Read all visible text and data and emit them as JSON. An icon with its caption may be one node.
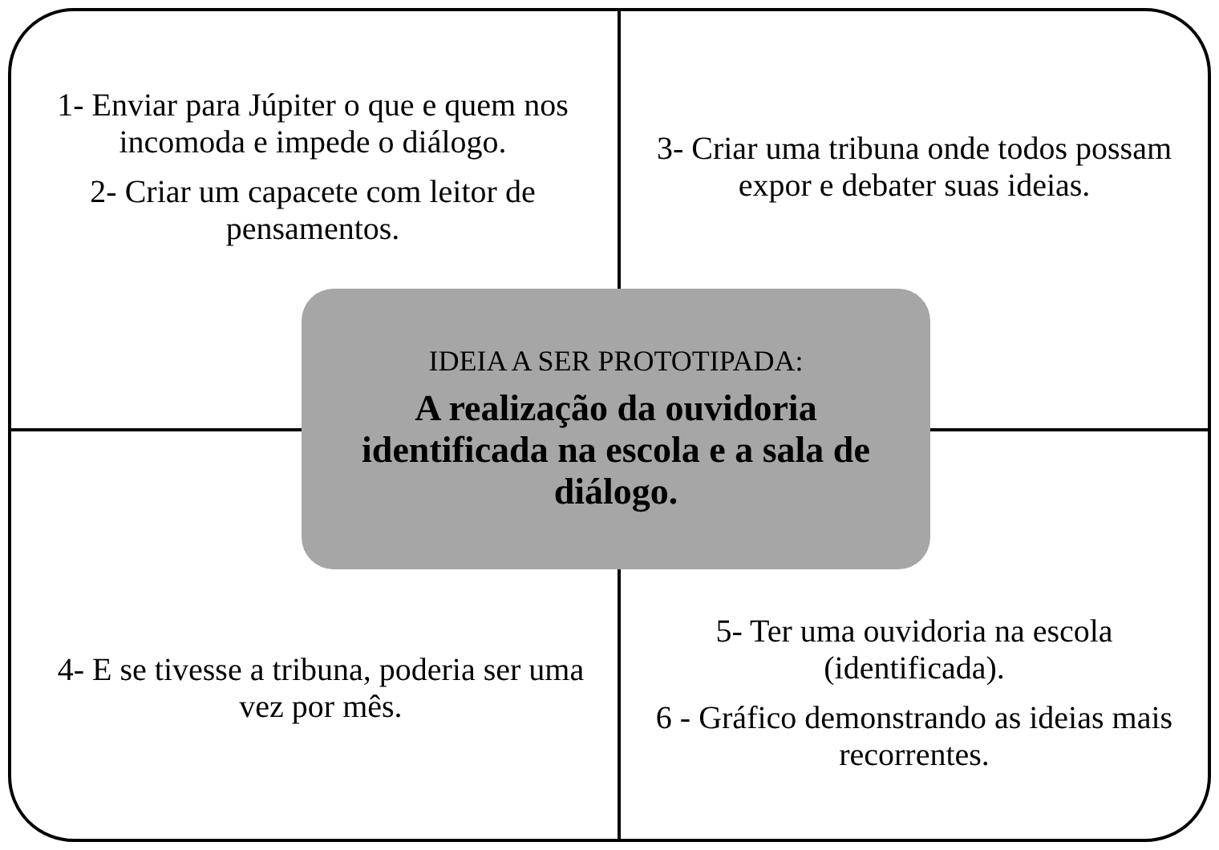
{
  "diagram": {
    "nodes": [
      {
        "text": [
          "1- Enviar para Júpiter o que e quem nos incomoda e impede o diálogo.",
          "2- Criar um capacete com leitor de pensamentos."
        ]
      },
      {
        "text": [
          "3- Criar uma tribuna onde todos possam expor e debater suas ideias."
        ]
      },
      {
        "text": [
          "IDEIA A SER PROTOTIPADA:",
          "A realização da ouvidoria identificada na escola e a sala de diálogo."
        ]
      },
      {
        "text": [
          "4- E se tivesse a tribuna, poderia ser uma vez por mês."
        ]
      },
      {
        "text": [
          "5- Ter uma ouvidoria na escola (identificada).",
          "6 - Gráfico demonstrando as ideias mais recorrentes."
        ]
      }
    ],
    "edges": []
  }
}
